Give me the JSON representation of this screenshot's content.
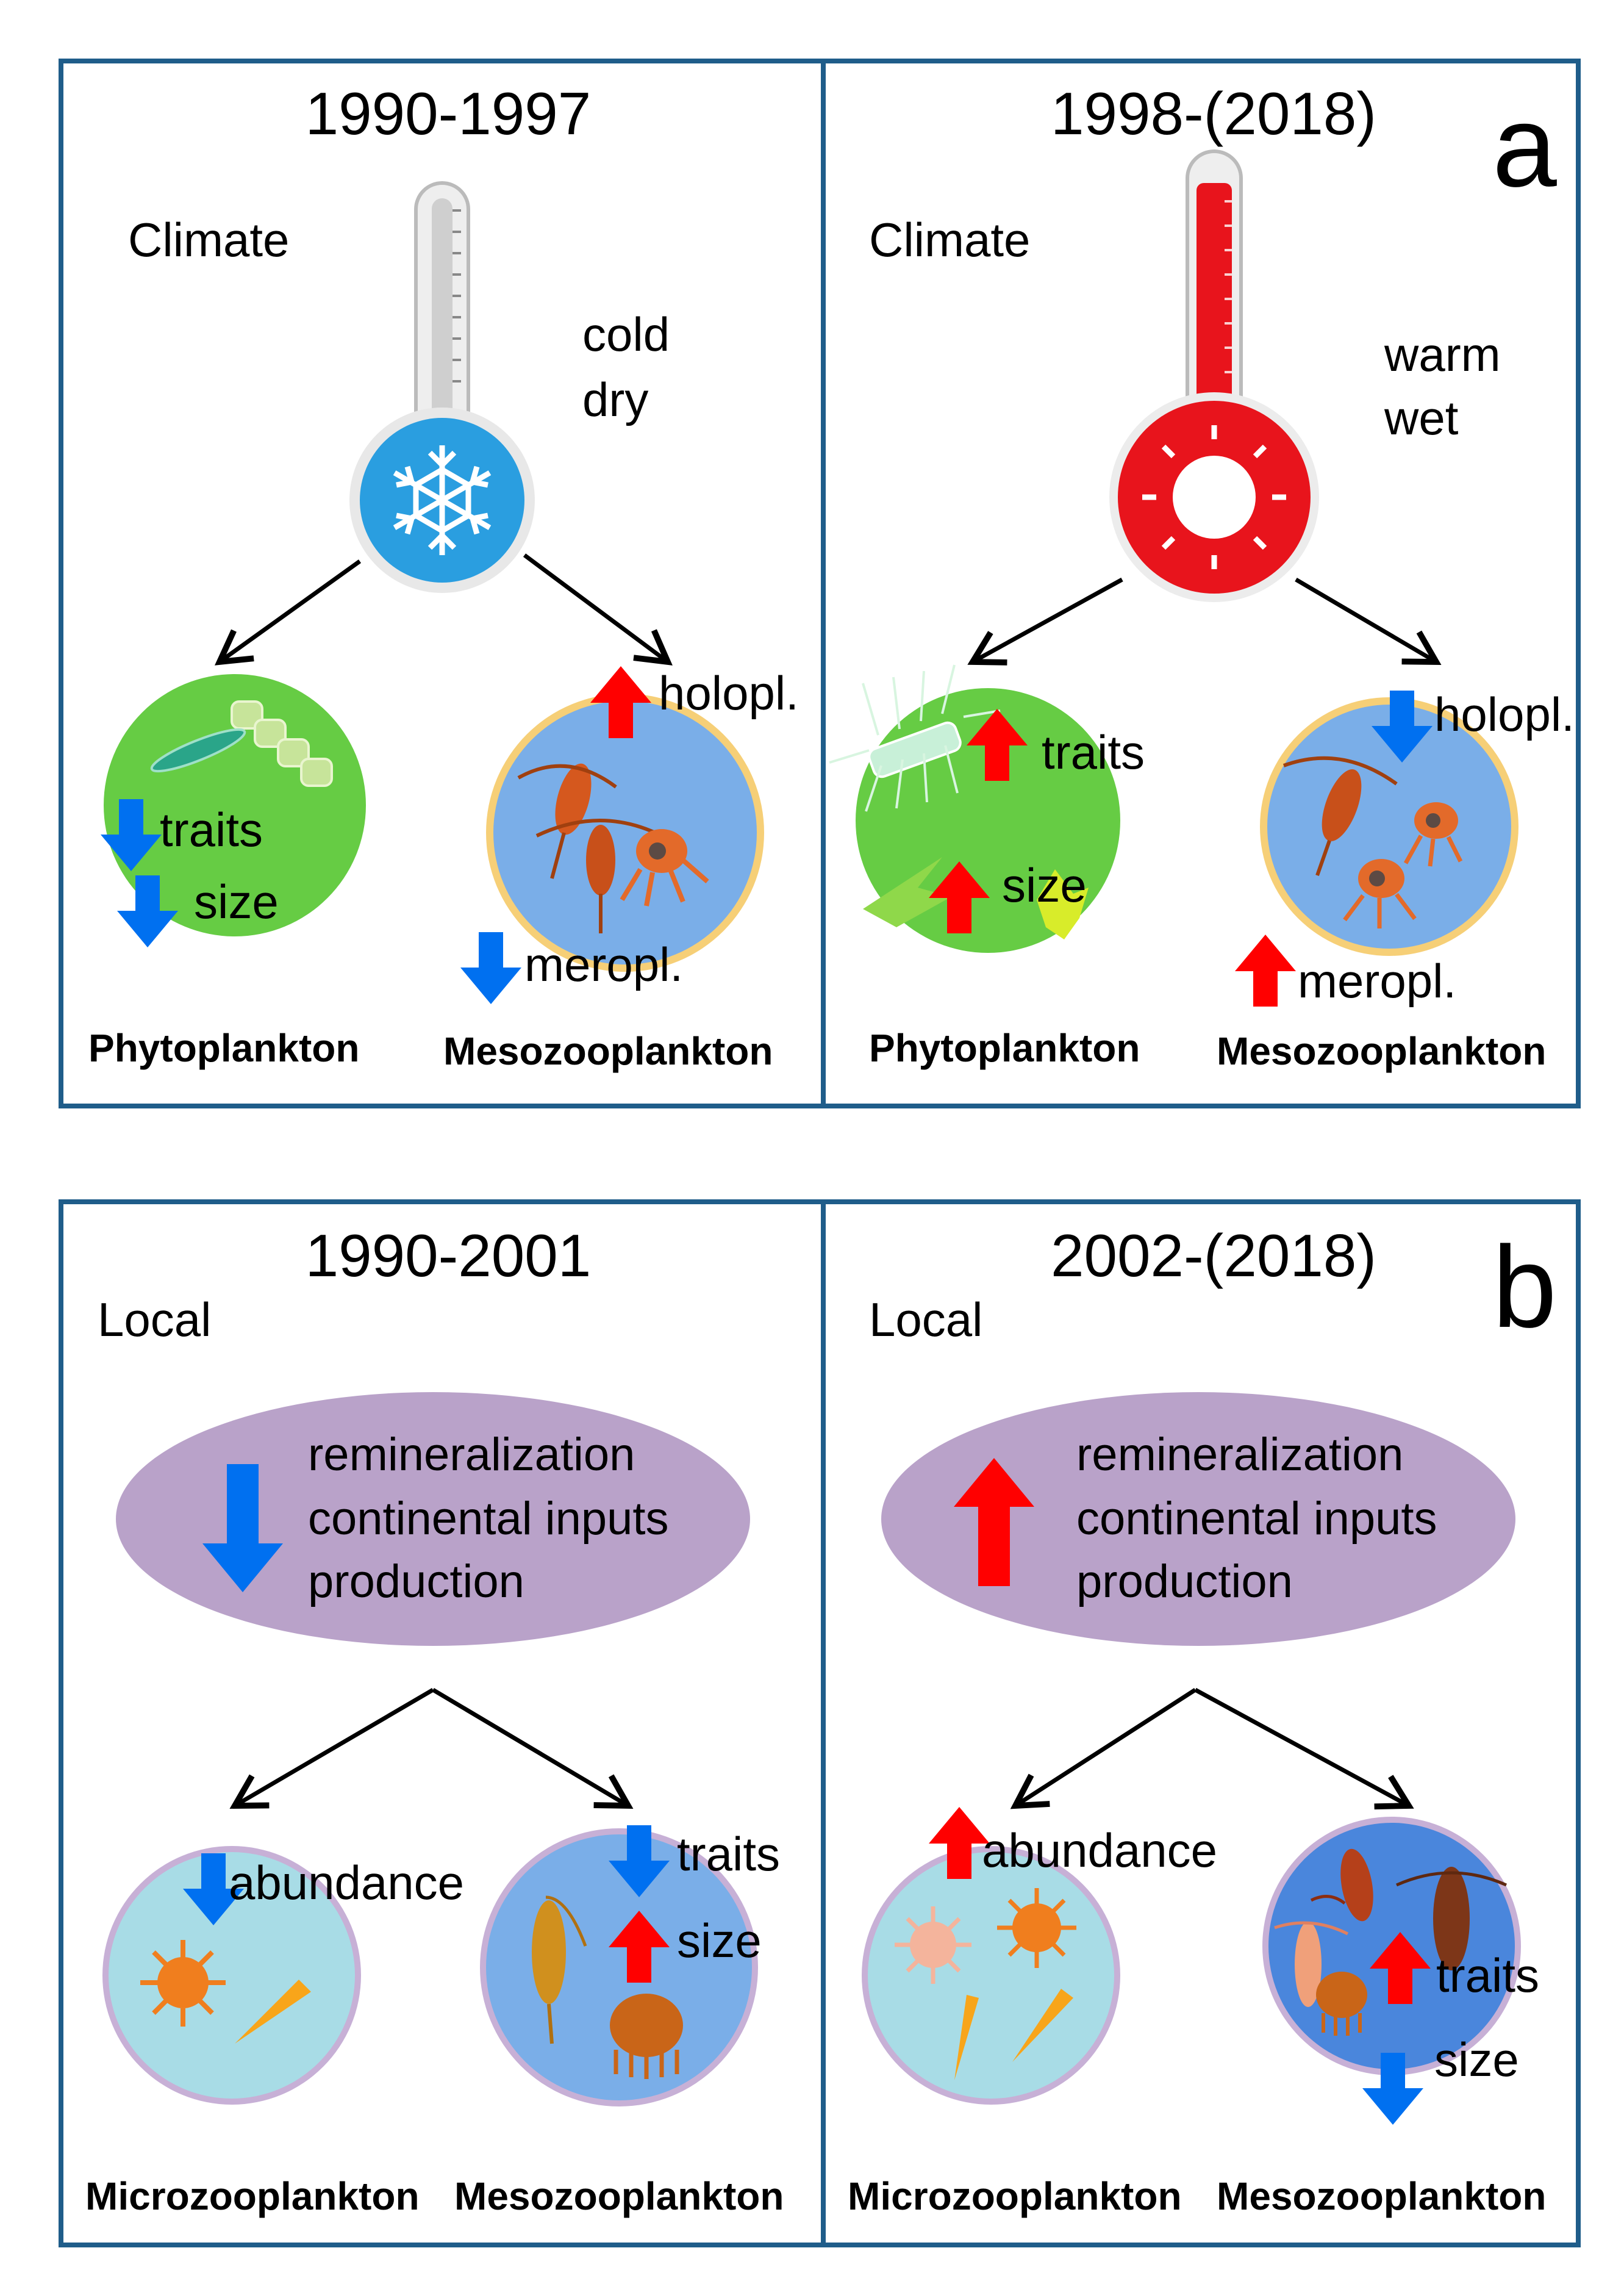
{
  "panel_a": {
    "letter": "a",
    "left": {
      "period": "1990-1997",
      "driver": "Climate",
      "conditions": [
        "cold",
        "dry"
      ],
      "phyto": {
        "title": "Phytoplankton",
        "labels": [
          "traits",
          "size"
        ]
      },
      "meso": {
        "title": "Mesozooplankton",
        "labels": [
          "holopl.",
          "meropl."
        ]
      }
    },
    "right": {
      "period": "1998-(2018)",
      "driver": "Climate",
      "conditions": [
        "warm",
        "wet"
      ],
      "phyto": {
        "title": "Phytoplankton",
        "labels": [
          "traits",
          "size"
        ]
      },
      "meso": {
        "title": "Mesozooplankton",
        "labels": [
          "holopl.",
          "meropl."
        ]
      }
    }
  },
  "panel_b": {
    "letter": "b",
    "left": {
      "period": "1990-2001",
      "driver": "Local",
      "processes": [
        "remineralization",
        "continental inputs",
        "production"
      ],
      "micro": {
        "title": "Microzooplankton",
        "labels": [
          "abundance"
        ]
      },
      "meso": {
        "title": "Mesozooplankton",
        "labels": [
          "traits",
          "size"
        ]
      }
    },
    "right": {
      "period": "2002-(2018)",
      "driver": "Local",
      "processes": [
        "remineralization",
        "continental inputs",
        "production"
      ],
      "micro": {
        "title": "Microzooplankton",
        "labels": [
          "abundance"
        ]
      },
      "meso": {
        "title": "Mesozooplankton",
        "labels": [
          "traits",
          "size"
        ]
      }
    }
  },
  "colors": {
    "frame": "#1f5d8a",
    "increase": "#ff0000",
    "decrease": "#0070f0",
    "phyto_circle": "#66cc44",
    "meso_circle": "#7aaee8",
    "micro_circle": "#a8dce6",
    "ellipse": "#b9a2c9",
    "cold_bulb": "#2a9ee0",
    "warm_bulb": "#e8141c"
  }
}
